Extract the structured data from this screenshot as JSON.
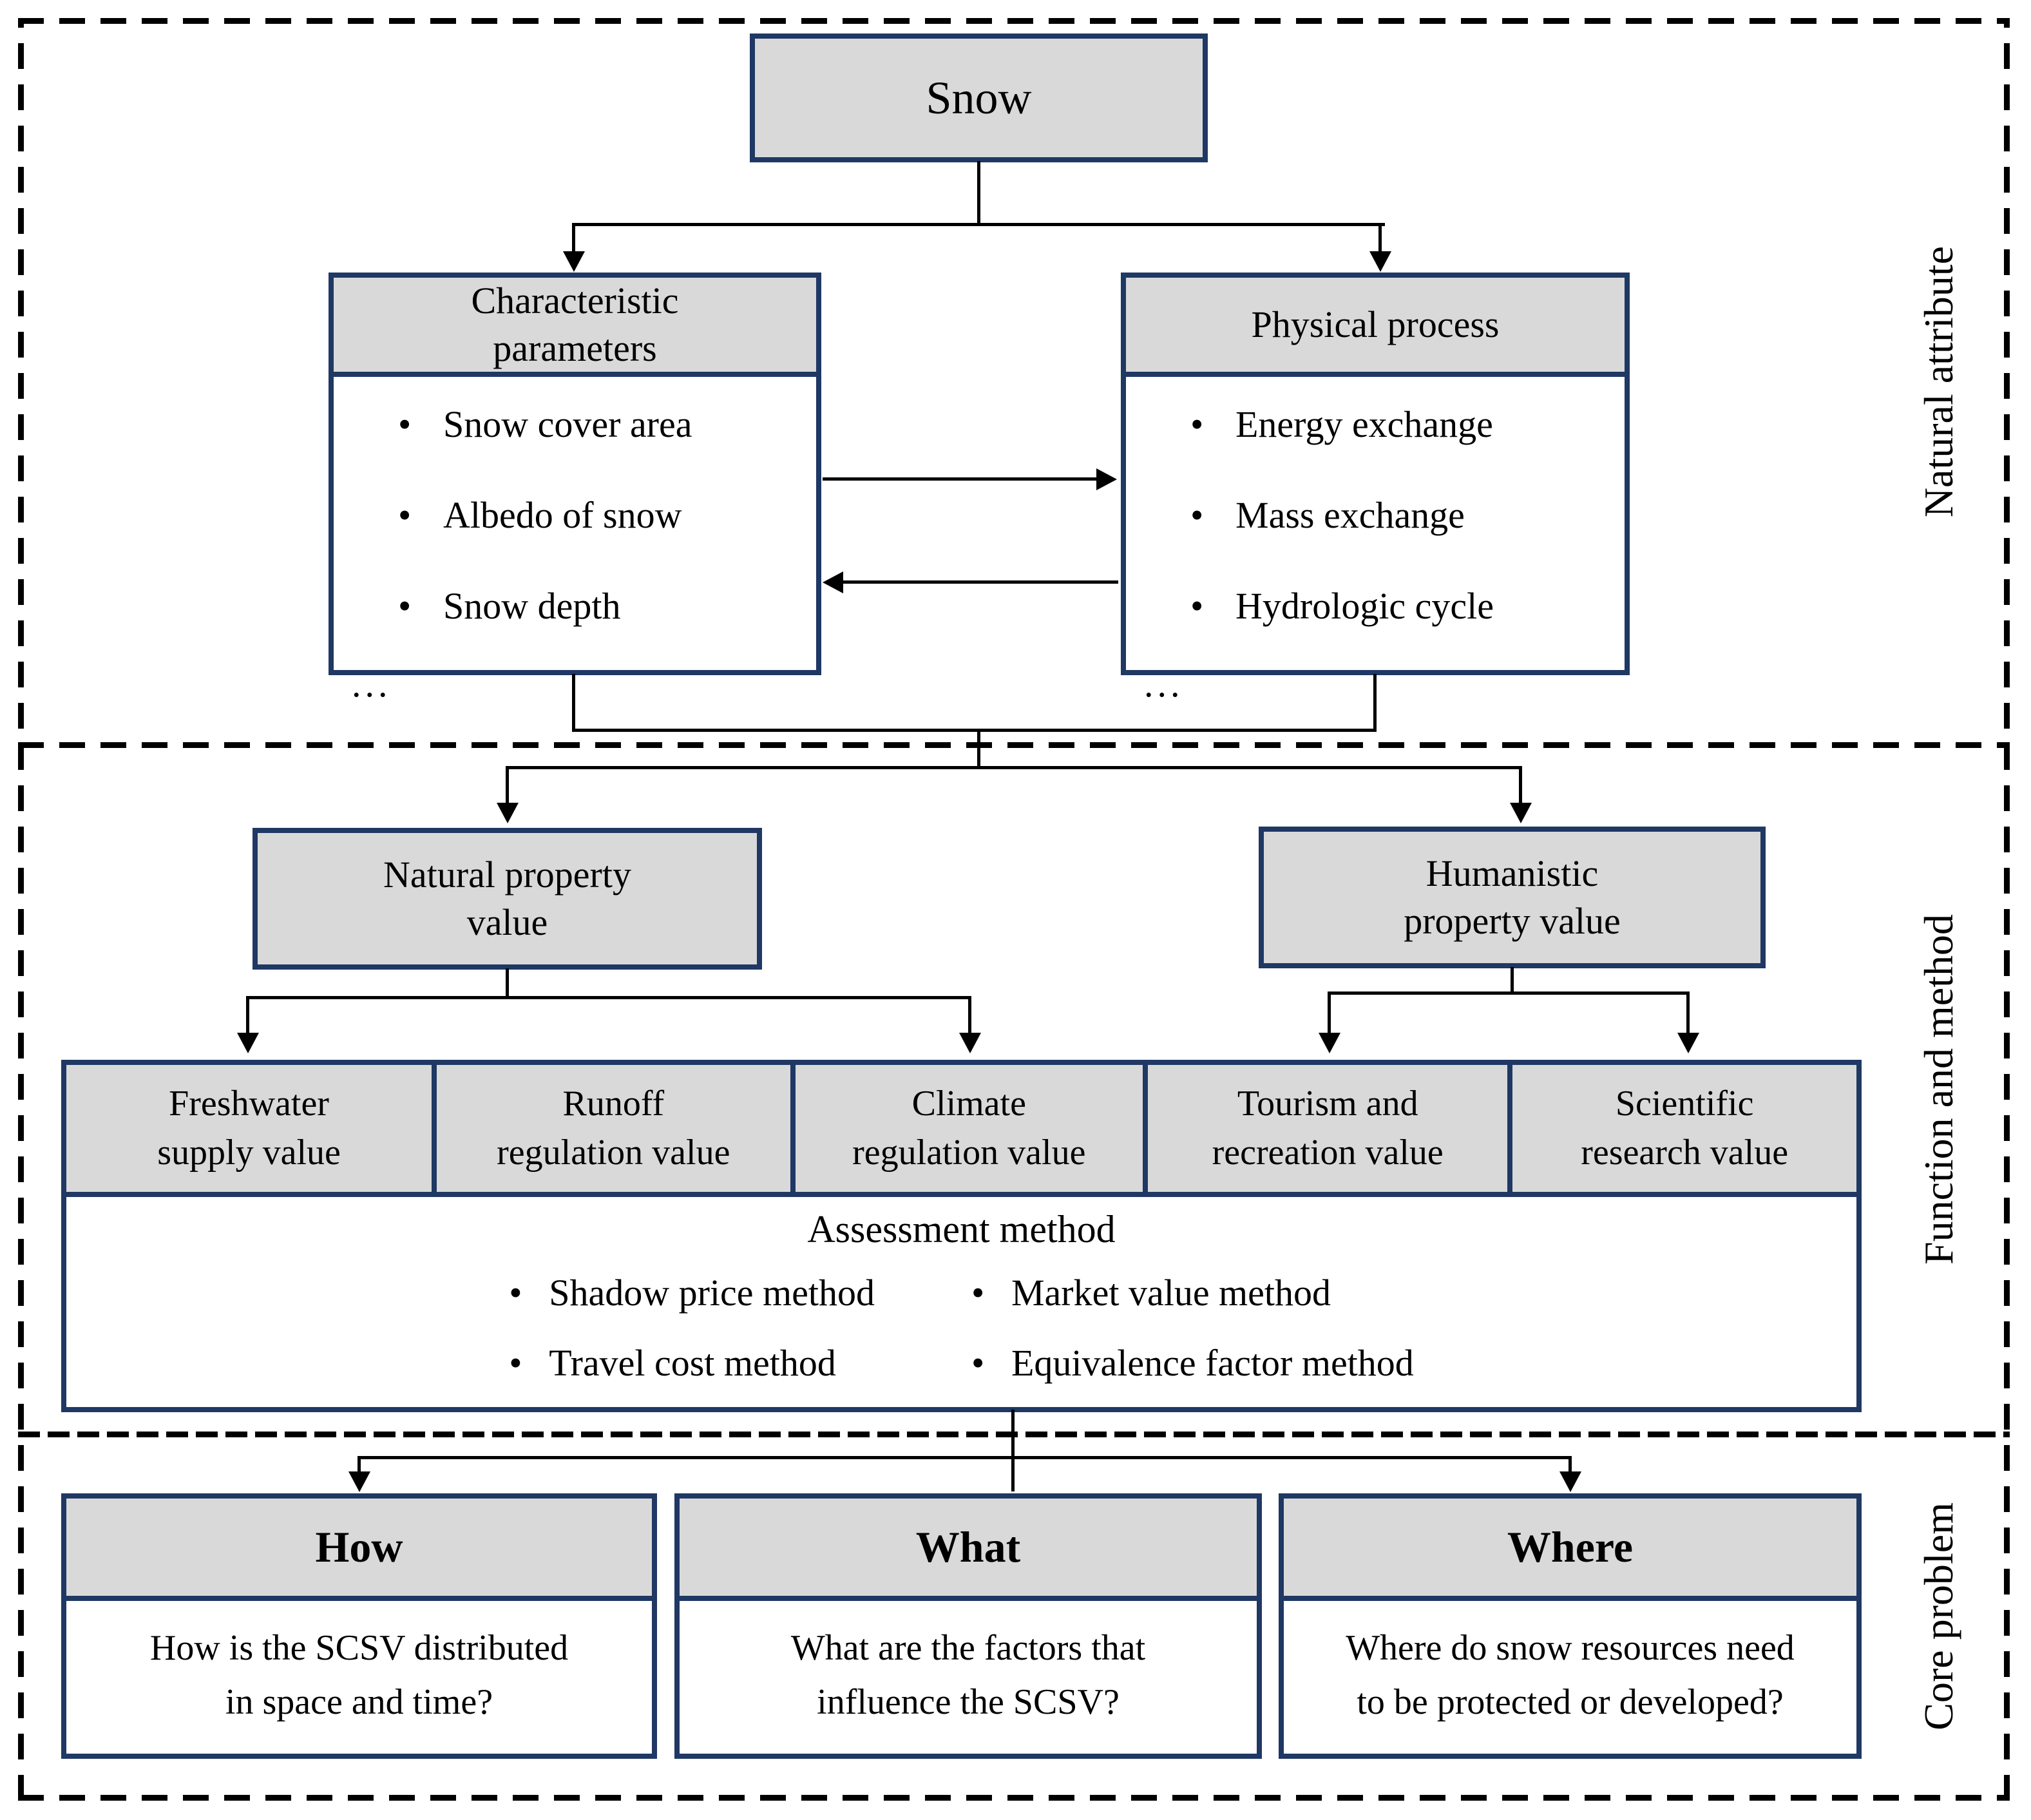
{
  "figure": {
    "sections": {
      "s1_label": "Natural attribute",
      "s2_label": "Function and method",
      "s3_label": "Core problem"
    },
    "snow": {
      "title": "Snow"
    },
    "characteristic": {
      "title_lines": [
        "Characteristic",
        "parameters"
      ],
      "items": [
        "Snow cover area",
        "Albedo of snow",
        "Snow depth"
      ],
      "ellipsis": "..."
    },
    "physical": {
      "title_lines": [
        "Physical process"
      ],
      "items": [
        "Energy exchange",
        "Mass exchange",
        "Hydrologic cycle"
      ],
      "ellipsis": "..."
    },
    "natural_value": {
      "title_lines": [
        "Natural property",
        "value"
      ]
    },
    "humanistic_value": {
      "title_lines": [
        "Humanistic",
        "property value"
      ]
    },
    "value_boxes": [
      {
        "lines": [
          "Freshwater",
          "supply value"
        ]
      },
      {
        "lines": [
          "Runoff",
          "regulation value"
        ]
      },
      {
        "lines": [
          "Climate",
          "regulation value"
        ]
      },
      {
        "lines": [
          "Tourism and",
          "recreation value"
        ]
      },
      {
        "lines": [
          "Scientific",
          "research value"
        ]
      }
    ],
    "assessment": {
      "title": "Assessment method",
      "methods": [
        "Shadow price method",
        "Market value method",
        "Travel cost method",
        "Equivalence factor method"
      ]
    },
    "core_problems": [
      {
        "title": "How",
        "lines": [
          "How is the SCSV distributed",
          "in space and time?"
        ]
      },
      {
        "title": "What",
        "lines": [
          "What are the factors that",
          "influence the SCSV?"
        ]
      },
      {
        "title": "Where",
        "lines": [
          "Where do snow resources need",
          "to be protected or developed?"
        ]
      }
    ],
    "colors": {
      "box_border": "#1f3864",
      "box_fill": "#d9d9d9",
      "line": "#000000",
      "frame_dash": "#000000"
    }
  }
}
